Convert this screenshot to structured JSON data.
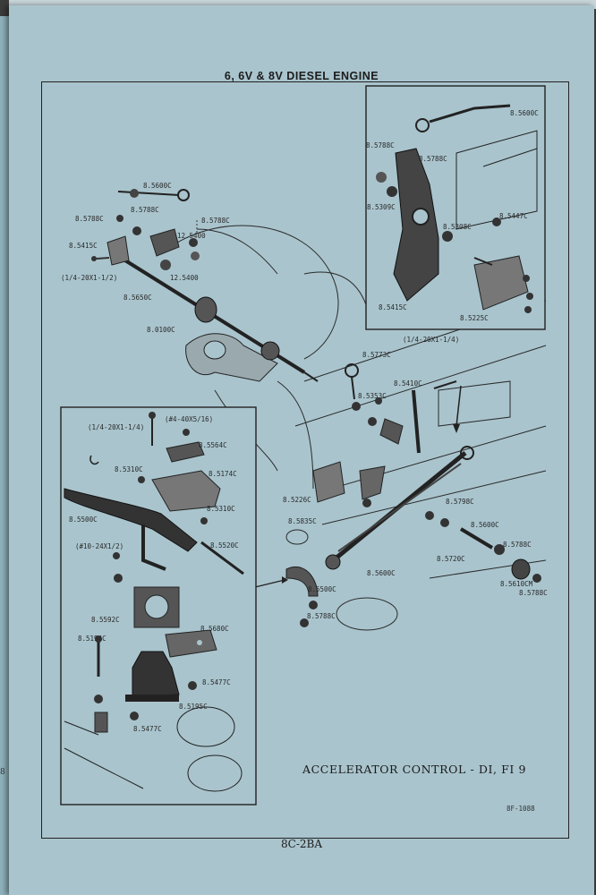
{
  "page": {
    "header": "6, 6V & 8V DIESEL ENGINE",
    "caption": "ACCELERATOR CONTROL - DI, FI 9",
    "figure_number": "8F-1088",
    "page_id": "8C-2BA",
    "margin_mark": "8"
  },
  "labels": [
    {
      "id": "l1",
      "text": "8.5600C"
    },
    {
      "id": "l2",
      "text": "8.5788C"
    },
    {
      "id": "l3",
      "text": "8.5788C"
    },
    {
      "id": "l4",
      "text": "8.5788C"
    },
    {
      "id": "l5",
      "text": "12.5400"
    },
    {
      "id": "l6",
      "text": "8.5415C"
    },
    {
      "id": "l7",
      "text": "(1/4-20X1-1/2)"
    },
    {
      "id": "l8",
      "text": "12.5400"
    },
    {
      "id": "l9",
      "text": "8.5650C"
    },
    {
      "id": "l10",
      "text": "8.0100C"
    },
    {
      "id": "i1",
      "text": "8.5600C"
    },
    {
      "id": "i2",
      "text": "8.5788C"
    },
    {
      "id": "i3",
      "text": "8.5788C"
    },
    {
      "id": "i4",
      "text": "8.5309C"
    },
    {
      "id": "i5",
      "text": "8.5308C"
    },
    {
      "id": "i6",
      "text": "8.5447C"
    },
    {
      "id": "i7",
      "text": "8.5415C"
    },
    {
      "id": "i8",
      "text": "8.5225C"
    },
    {
      "id": "r1",
      "text": "(1/4-20X1-1/4)"
    },
    {
      "id": "r2",
      "text": "8.5773C"
    },
    {
      "id": "r3",
      "text": "8.5410C"
    },
    {
      "id": "r4",
      "text": "8.5353C"
    },
    {
      "id": "r5",
      "text": "8.5226C"
    },
    {
      "id": "r6",
      "text": "8.5835C"
    },
    {
      "id": "r7",
      "text": "8.5798C"
    },
    {
      "id": "r8",
      "text": "8.5600C"
    },
    {
      "id": "r9",
      "text": "8.5788C"
    },
    {
      "id": "r10",
      "text": "8.5720C"
    },
    {
      "id": "r11",
      "text": "8.5600C"
    },
    {
      "id": "r12",
      "text": "8.5610CM"
    },
    {
      "id": "r13",
      "text": "8.5788C"
    },
    {
      "id": "r14",
      "text": "8.5500C"
    },
    {
      "id": "r15",
      "text": "8.5788C"
    },
    {
      "id": "b1",
      "text": "(1/4-20X1-1/4)"
    },
    {
      "id": "b2",
      "text": "(#4-40X5/16)"
    },
    {
      "id": "b3",
      "text": "8.5564C"
    },
    {
      "id": "b4",
      "text": "8.5310C"
    },
    {
      "id": "b5",
      "text": "8.5174C"
    },
    {
      "id": "b6",
      "text": "8.5310C"
    },
    {
      "id": "b7",
      "text": "8.5500C"
    },
    {
      "id": "b8",
      "text": "8.5520C"
    },
    {
      "id": "b9",
      "text": "(#10-24X1/2)"
    },
    {
      "id": "b10",
      "text": "8.5592C"
    },
    {
      "id": "b11",
      "text": "8.5680C"
    },
    {
      "id": "b12",
      "text": "8.5194C"
    },
    {
      "id": "b13",
      "text": "8.5477C"
    },
    {
      "id": "b14",
      "text": "8.5195C"
    },
    {
      "id": "b15",
      "text": "8.5477C"
    }
  ],
  "colors": {
    "paper": "#a9c4cd",
    "ink": "#1b1b1b",
    "part_dark": "#333333",
    "part_light": "#9aa9ad"
  }
}
